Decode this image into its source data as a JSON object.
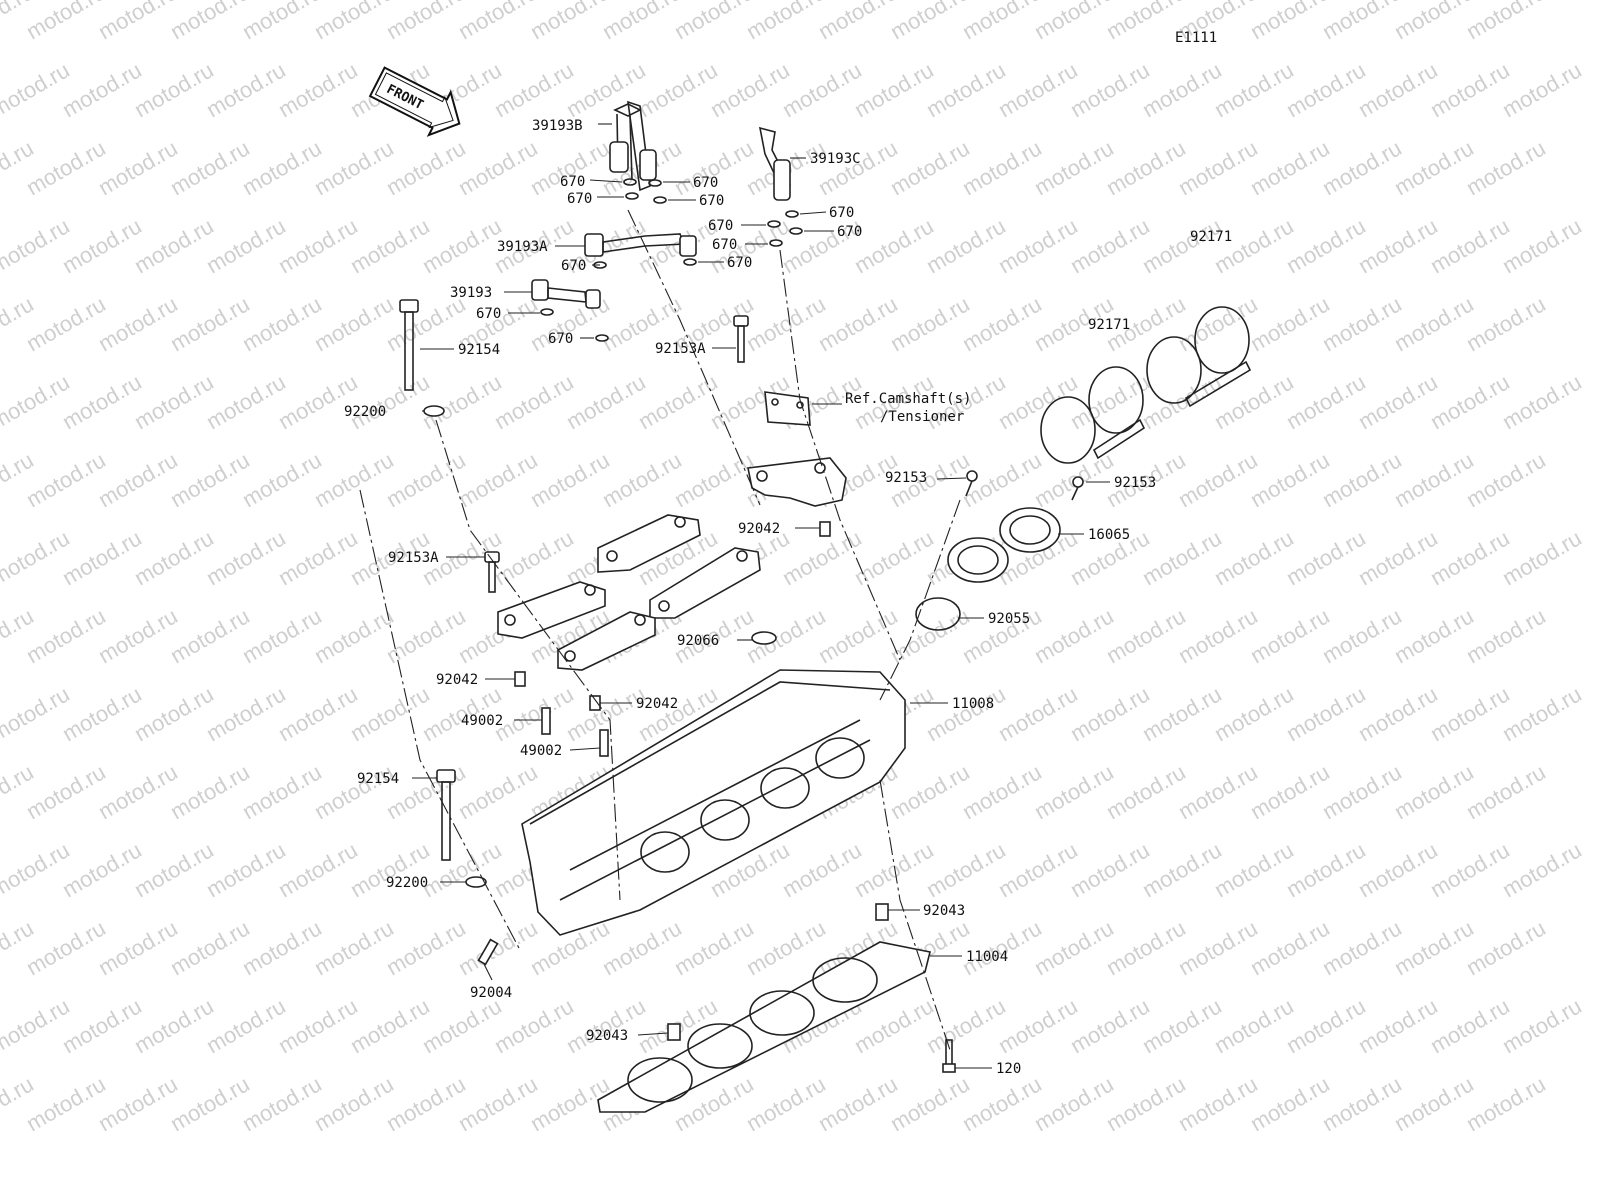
{
  "diagram_code": "E1111",
  "watermark": "motod.ru",
  "front_arrow": "FRONT",
  "reference_note": {
    "line1": "Ref.Camshaft(s)",
    "line2": "/Tensioner"
  },
  "callouts": [
    {
      "id": "c-39193B",
      "text": "39193B"
    },
    {
      "id": "c-39193C",
      "text": "39193C"
    },
    {
      "id": "c-670-a",
      "text": "670"
    },
    {
      "id": "c-670-b",
      "text": "670"
    },
    {
      "id": "c-670-c",
      "text": "670"
    },
    {
      "id": "c-670-d",
      "text": "670"
    },
    {
      "id": "c-670-e",
      "text": "670"
    },
    {
      "id": "c-670-f",
      "text": "670"
    },
    {
      "id": "c-670-g",
      "text": "670"
    },
    {
      "id": "c-670-h",
      "text": "670"
    },
    {
      "id": "c-39193A",
      "text": "39193A"
    },
    {
      "id": "c-670-i",
      "text": "670"
    },
    {
      "id": "c-670-j",
      "text": "670"
    },
    {
      "id": "c-39193",
      "text": "39193"
    },
    {
      "id": "c-670-k",
      "text": "670"
    },
    {
      "id": "c-670-l",
      "text": "670"
    },
    {
      "id": "c-92154-a",
      "text": "92154"
    },
    {
      "id": "c-92153A-a",
      "text": "92153A"
    },
    {
      "id": "c-92171-a",
      "text": "92171"
    },
    {
      "id": "c-92171-b",
      "text": "92171"
    },
    {
      "id": "c-92200-a",
      "text": "92200"
    },
    {
      "id": "c-92153-a",
      "text": "92153"
    },
    {
      "id": "c-92153-b",
      "text": "92153"
    },
    {
      "id": "c-92042-a",
      "text": "92042"
    },
    {
      "id": "c-16065",
      "text": "16065"
    },
    {
      "id": "c-92153A-b",
      "text": "92153A"
    },
    {
      "id": "c-92055",
      "text": "92055"
    },
    {
      "id": "c-92066",
      "text": "92066"
    },
    {
      "id": "c-92042-b",
      "text": "92042"
    },
    {
      "id": "c-92042-c",
      "text": "92042"
    },
    {
      "id": "c-11008",
      "text": "11008"
    },
    {
      "id": "c-49002-a",
      "text": "49002"
    },
    {
      "id": "c-49002-b",
      "text": "49002"
    },
    {
      "id": "c-92154-b",
      "text": "92154"
    },
    {
      "id": "c-92200-b",
      "text": "92200"
    },
    {
      "id": "c-92043-a",
      "text": "92043"
    },
    {
      "id": "c-11004",
      "text": "11004"
    },
    {
      "id": "c-92004",
      "text": "92004"
    },
    {
      "id": "c-92043-b",
      "text": "92043"
    },
    {
      "id": "c-120",
      "text": "120"
    }
  ]
}
